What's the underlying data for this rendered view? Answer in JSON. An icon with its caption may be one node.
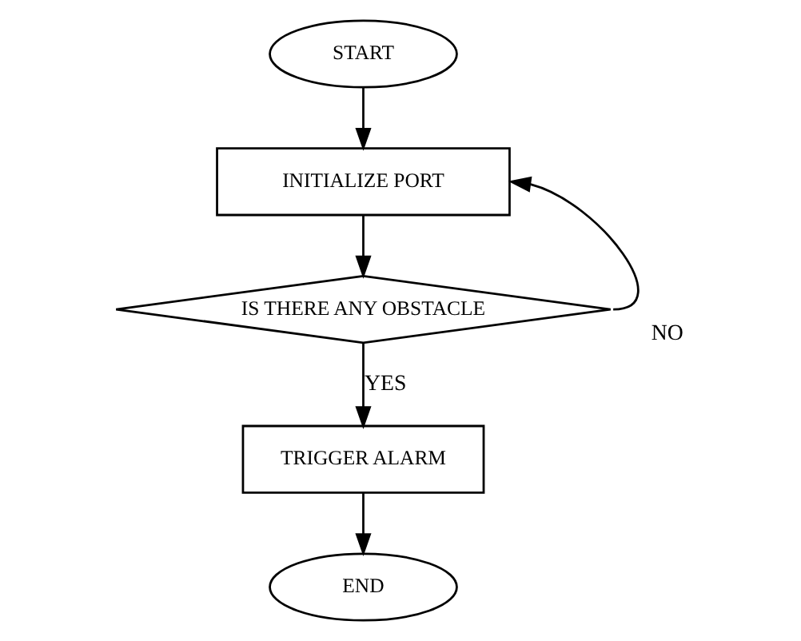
{
  "diagram": {
    "nodes": [
      {
        "text": [
          "START"
        ]
      },
      {
        "text": [
          "INITIALIZE PORT"
        ]
      },
      {
        "text": [
          "IS THERE ANY OBSTACLE"
        ]
      },
      {
        "text": [
          "TRIGGER ALARM"
        ]
      },
      {
        "text": [
          "END"
        ]
      }
    ],
    "edges": [
      {
        "from": 0,
        "to": 1,
        "arrow": "to"
      },
      {
        "from": 1,
        "to": 2,
        "arrow": "to"
      },
      {
        "from": 2,
        "to": 3,
        "arrow": "to",
        "label": "YES"
      },
      {
        "from": 3,
        "to": 4,
        "arrow": "to"
      },
      {
        "from": 2,
        "to": 1,
        "arrow": "to",
        "label": "NO"
      }
    ]
  }
}
